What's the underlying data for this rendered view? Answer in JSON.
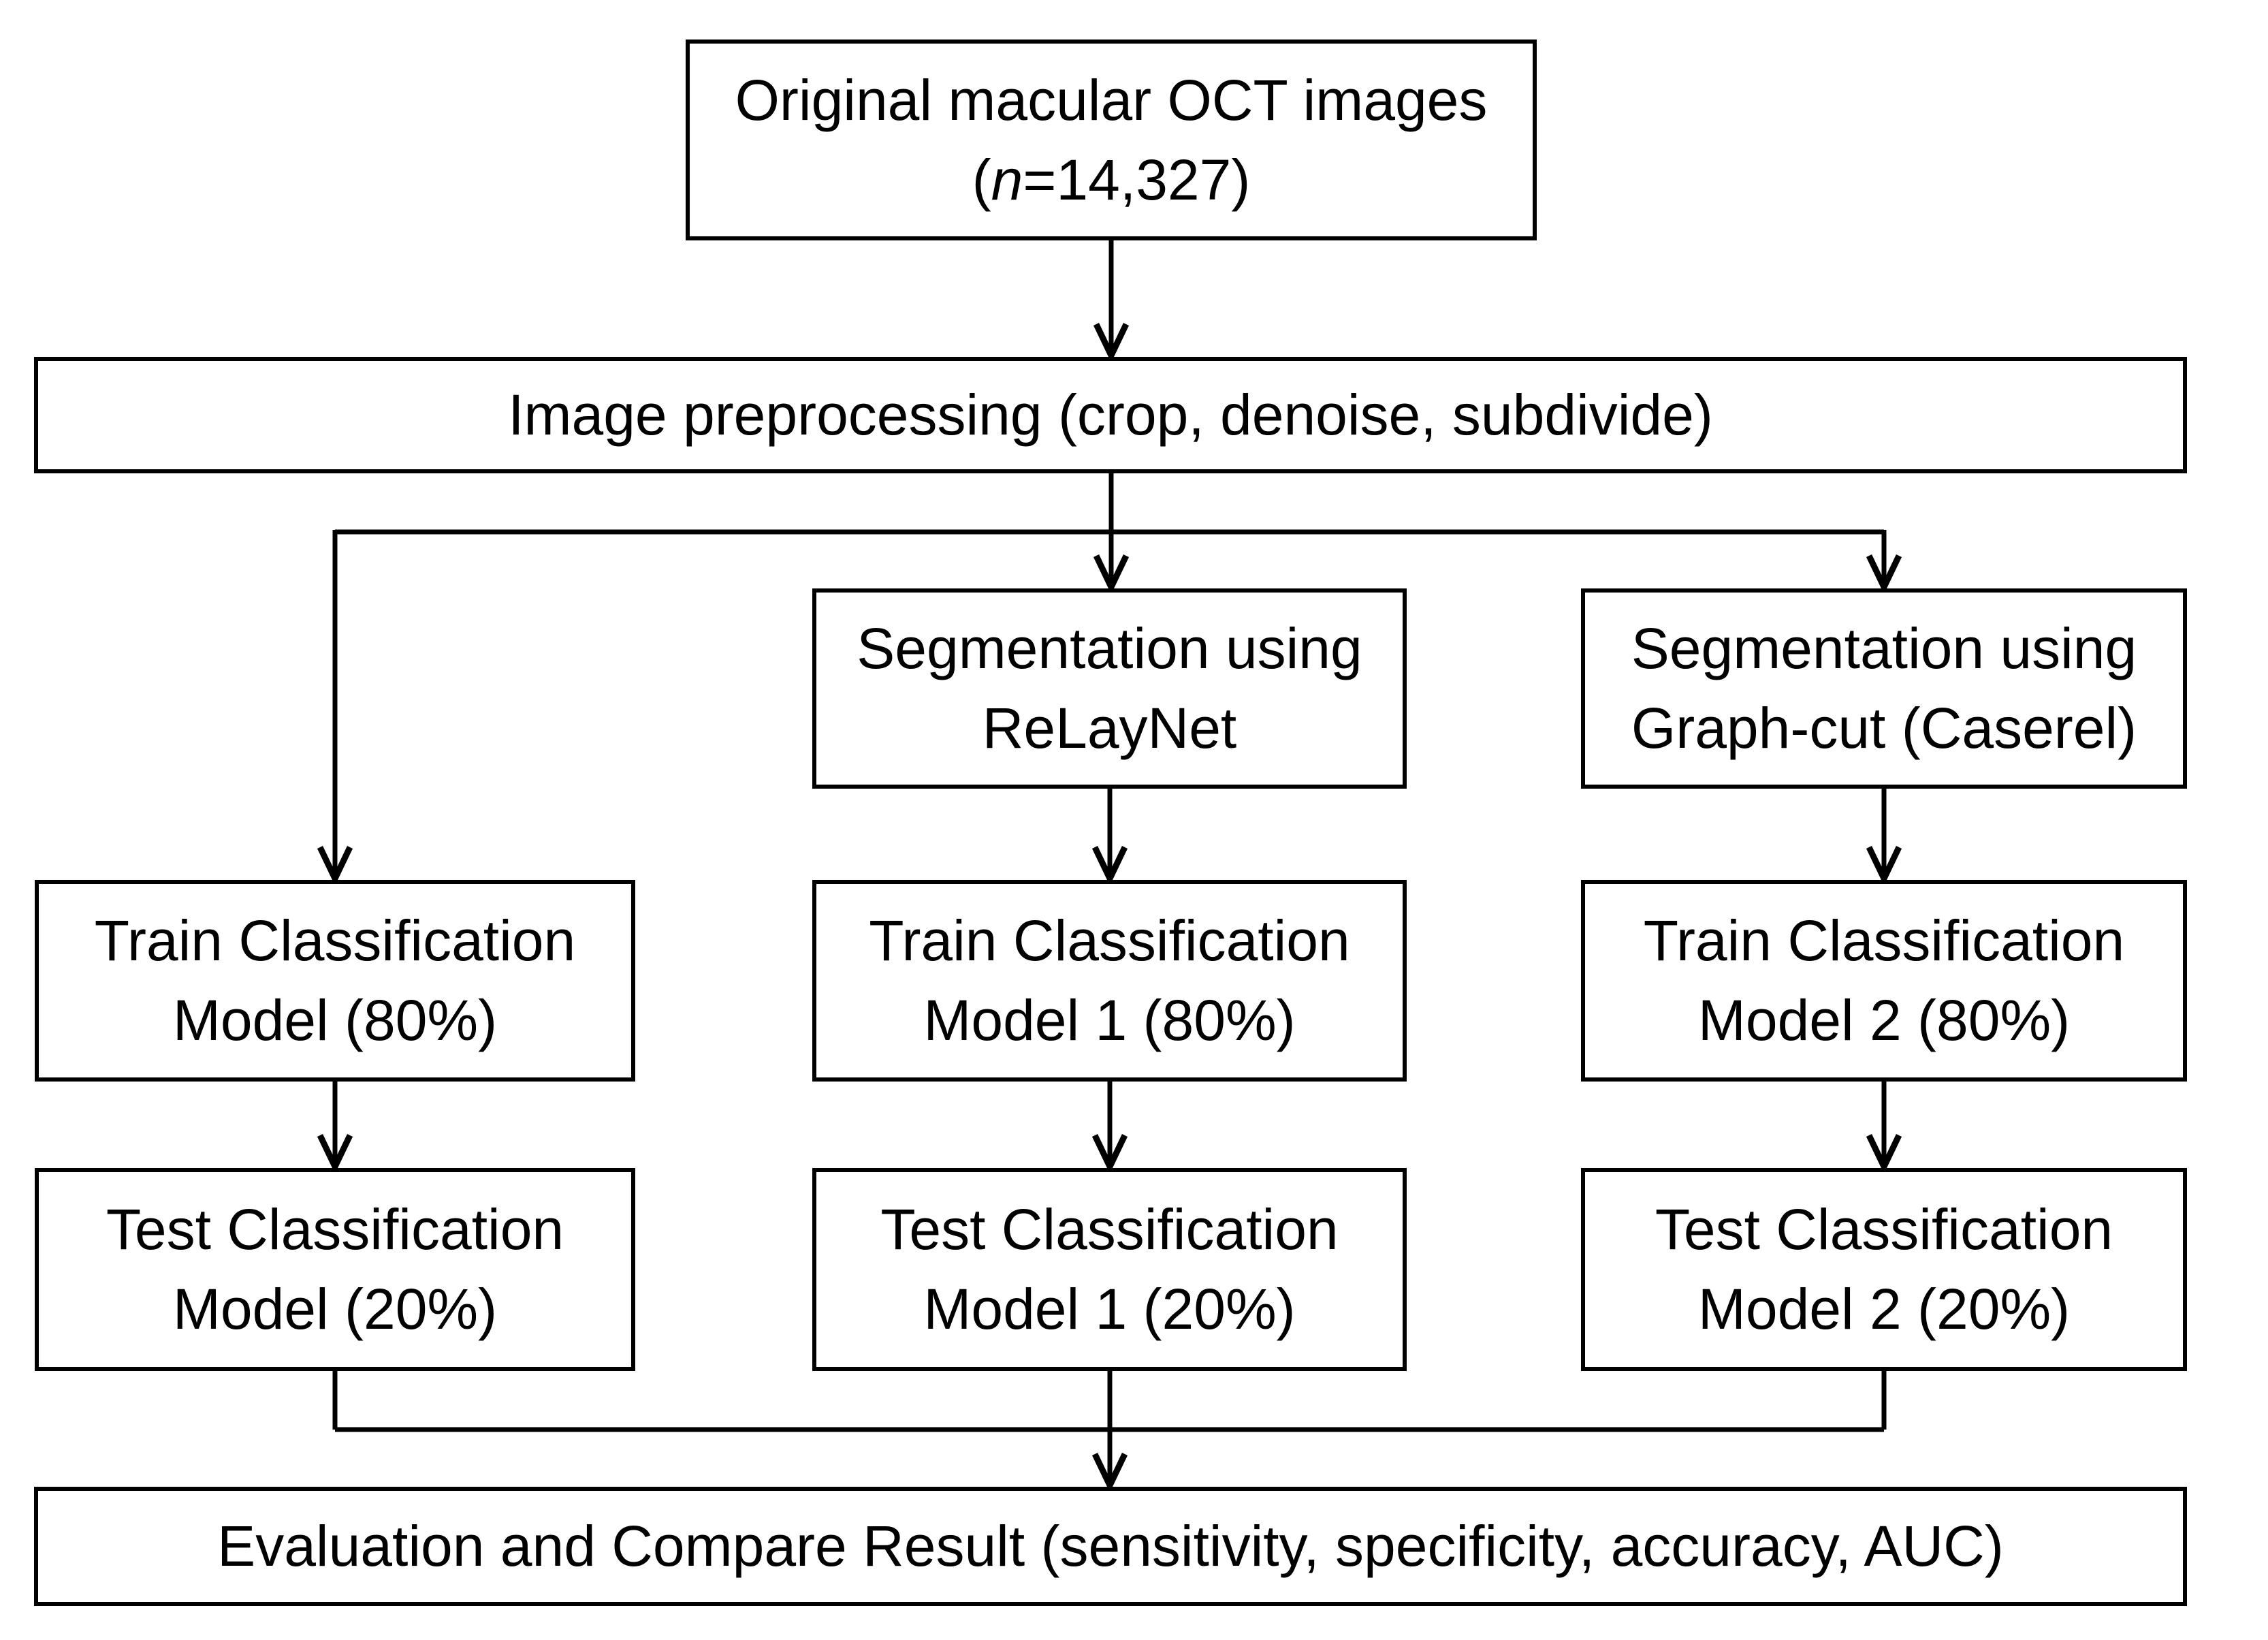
{
  "diagram": {
    "type": "flowchart",
    "colors": {
      "border": "#000000",
      "background": "#ffffff",
      "text": "#000000"
    },
    "boxes": {
      "source": {
        "line1": "Original macular OCT images",
        "count_prefix": "(",
        "count_n": "n",
        "count_rest": "=14,327)"
      },
      "preprocess": {
        "label": "Image preprocessing (crop, denoise, subdivide)"
      },
      "seg_relaynet": {
        "line1": "Segmentation using",
        "line2": "ReLayNet"
      },
      "seg_graphcut": {
        "line1": "Segmentation using",
        "line2": "Graph-cut (Caserel)"
      },
      "train0": {
        "line1": "Train Classification",
        "line2": "Model (80%)"
      },
      "train1": {
        "line1": "Train Classification",
        "line2": "Model 1 (80%)"
      },
      "train2": {
        "line1": "Train Classification",
        "line2": "Model 2 (80%)"
      },
      "test0": {
        "line1": "Test Classification",
        "line2": "Model (20%)"
      },
      "test1": {
        "line1": "Test Classification",
        "line2": "Model 1 (20%)"
      },
      "test2": {
        "line1": "Test Classification",
        "line2": "Model 2 (20%)"
      },
      "evaluation": {
        "label": "Evaluation and Compare Result (sensitivity, specificity, accuracy, AUC)"
      }
    },
    "edges": [
      {
        "from": "source",
        "to": "preprocess",
        "arrow": true
      },
      {
        "from": "preprocess",
        "to": "train0",
        "arrow": true
      },
      {
        "from": "preprocess",
        "to": "seg_relaynet",
        "arrow": true
      },
      {
        "from": "preprocess",
        "to": "seg_graphcut",
        "arrow": true
      },
      {
        "from": "seg_relaynet",
        "to": "train1",
        "arrow": true
      },
      {
        "from": "seg_graphcut",
        "to": "train2",
        "arrow": true
      },
      {
        "from": "train0",
        "to": "test0",
        "arrow": true
      },
      {
        "from": "train1",
        "to": "test1",
        "arrow": true
      },
      {
        "from": "train2",
        "to": "test2",
        "arrow": true
      },
      {
        "from": "test0",
        "to": "evaluation",
        "arrow": false
      },
      {
        "from": "test1",
        "to": "evaluation",
        "arrow": true
      },
      {
        "from": "test2",
        "to": "evaluation",
        "arrow": false
      }
    ]
  }
}
